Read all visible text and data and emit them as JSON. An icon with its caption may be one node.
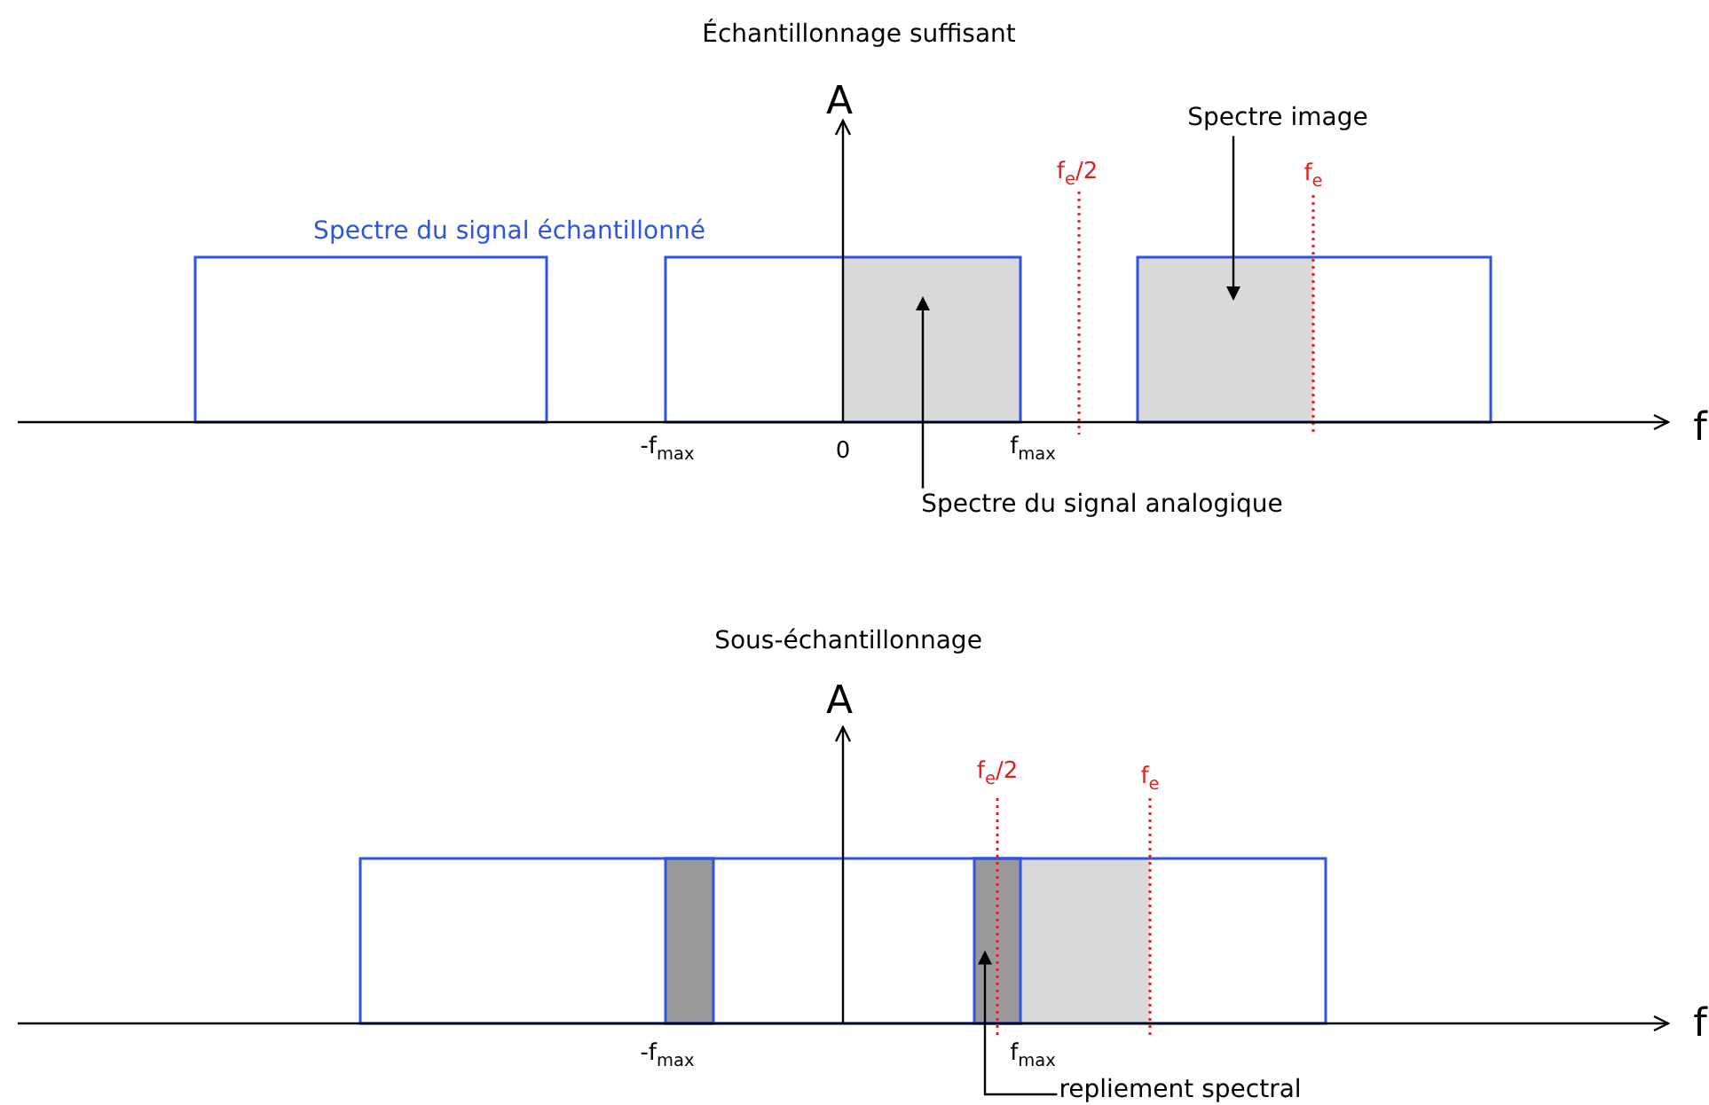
{
  "diagram": {
    "nodes": [
      {
        "text": [
          "Spectre image"
        ]
      },
      {
        "text": [],
        "shape": "box"
      },
      {
        "text": [
          "Spectre du signal analogique"
        ]
      },
      {
        "text": [],
        "shape": "box"
      },
      {
        "text": [
          "repliement spectral"
        ]
      },
      {
        "text": [],
        "shape": "box"
      }
    ],
    "edges": [
      {
        "from": 0,
        "to": 1,
        "arrow": "to"
      },
      {
        "from": 2,
        "to": 3,
        "arrow": "to"
      },
      {
        "from": 4,
        "to": 5,
        "arrow": "to"
      }
    ],
    "labels": [
      "Échantillonnage suffisant",
      "A",
      "f$_{e}$/2",
      "f$_{e}$",
      "Spectre du signal échantillonné",
      "-f$_{max}$",
      "0",
      "f$_{max}$",
      "f",
      "Sous-échantillonnage",
      "A",
      "f$_{e}$/2",
      "f$_{e}$",
      "-f$_{max}$",
      "f$_{max}$",
      "f"
    ]
  }
}
